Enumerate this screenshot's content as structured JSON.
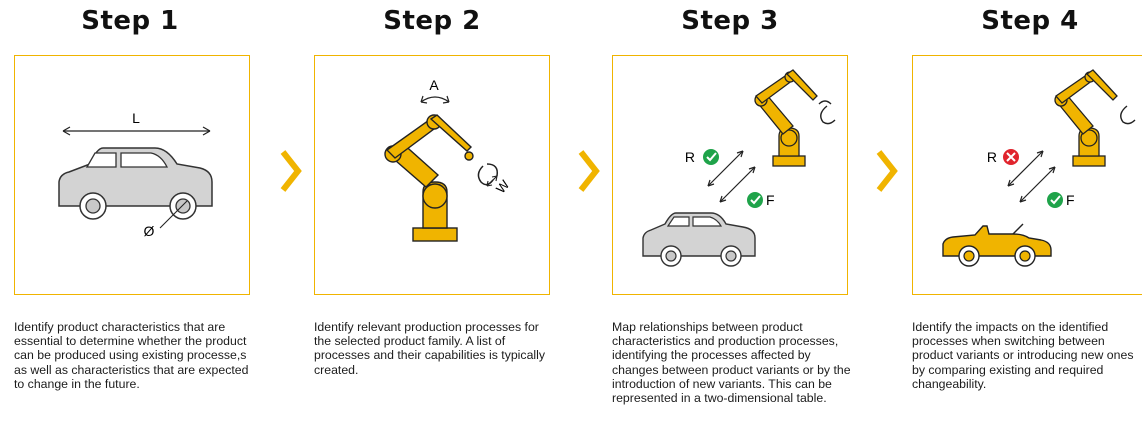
{
  "steps": [
    {
      "title": "Step 1",
      "description": "Identify product characteristics that are essential to determine whether the product can be produced using existing processe,s as well as characteristics that are expected to change in the future.",
      "labels": {
        "length": "L",
        "diameter": "Ø"
      }
    },
    {
      "title": "Step 2",
      "description": "Identify relevant production processes for the selected product family. A list of processes and their capabilities is typically created.",
      "labels": {
        "angle": "A",
        "width": "W"
      }
    },
    {
      "title": "Step 3",
      "description": "Map relationships between product characteristics and production processes, identifying the processes affected by changes between product variants or by the introduction of new variants. This can be represented in a two-dimensional table.",
      "labels": {
        "r": "R",
        "f": "F"
      }
    },
    {
      "title": "Step 4",
      "description": "Identify the impacts on the identified processes when switching between product variants or introducing new ones by comparing existing and required changeability.",
      "labels": {
        "r": "R",
        "f": "F"
      }
    }
  ],
  "colors": {
    "accent": "#f0b400",
    "check": "#1fa34a",
    "cross": "#e0242d",
    "car_fill": "#d3d3d3"
  }
}
